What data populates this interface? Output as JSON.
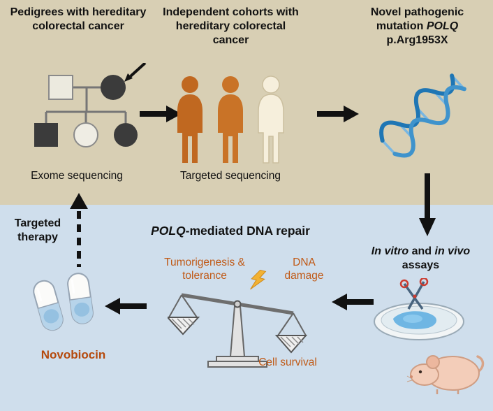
{
  "sections": {
    "top_bg": "#d8cfb4",
    "bottom_bg": "#cfdeec"
  },
  "top": {
    "pedigree": {
      "title": "Pedigrees with hereditary colorectal cancer",
      "caption": "Exome sequencing"
    },
    "cohorts": {
      "title": "Independent cohorts with hereditary colorectal cancer",
      "caption": "Targeted sequencing"
    },
    "mutation": {
      "prefix": "Novel pathogenic mutation",
      "gene": "POLQ",
      "variant": "p.Arg1953X"
    }
  },
  "bottom": {
    "therapy": "Targeted therapy",
    "repair": {
      "gene": "POLQ",
      "rest": "-mediated DNA repair"
    },
    "balance": {
      "left": "Tumorigenesis & tolerance",
      "right": "DNA damage",
      "below": "Cell survival"
    },
    "drug": "Novobiocin",
    "assays": {
      "italic1": "In vitro",
      "mid": "and",
      "italic2": "in vivo",
      "line2": "assays"
    }
  },
  "colors": {
    "accent_orange": "#c05a17",
    "drug_orange": "#b5490c",
    "person_orange": "#c06820",
    "dna_blue": "#1f76b4",
    "pill_blue": "#b7d4ea",
    "arrow_black": "#111111"
  }
}
